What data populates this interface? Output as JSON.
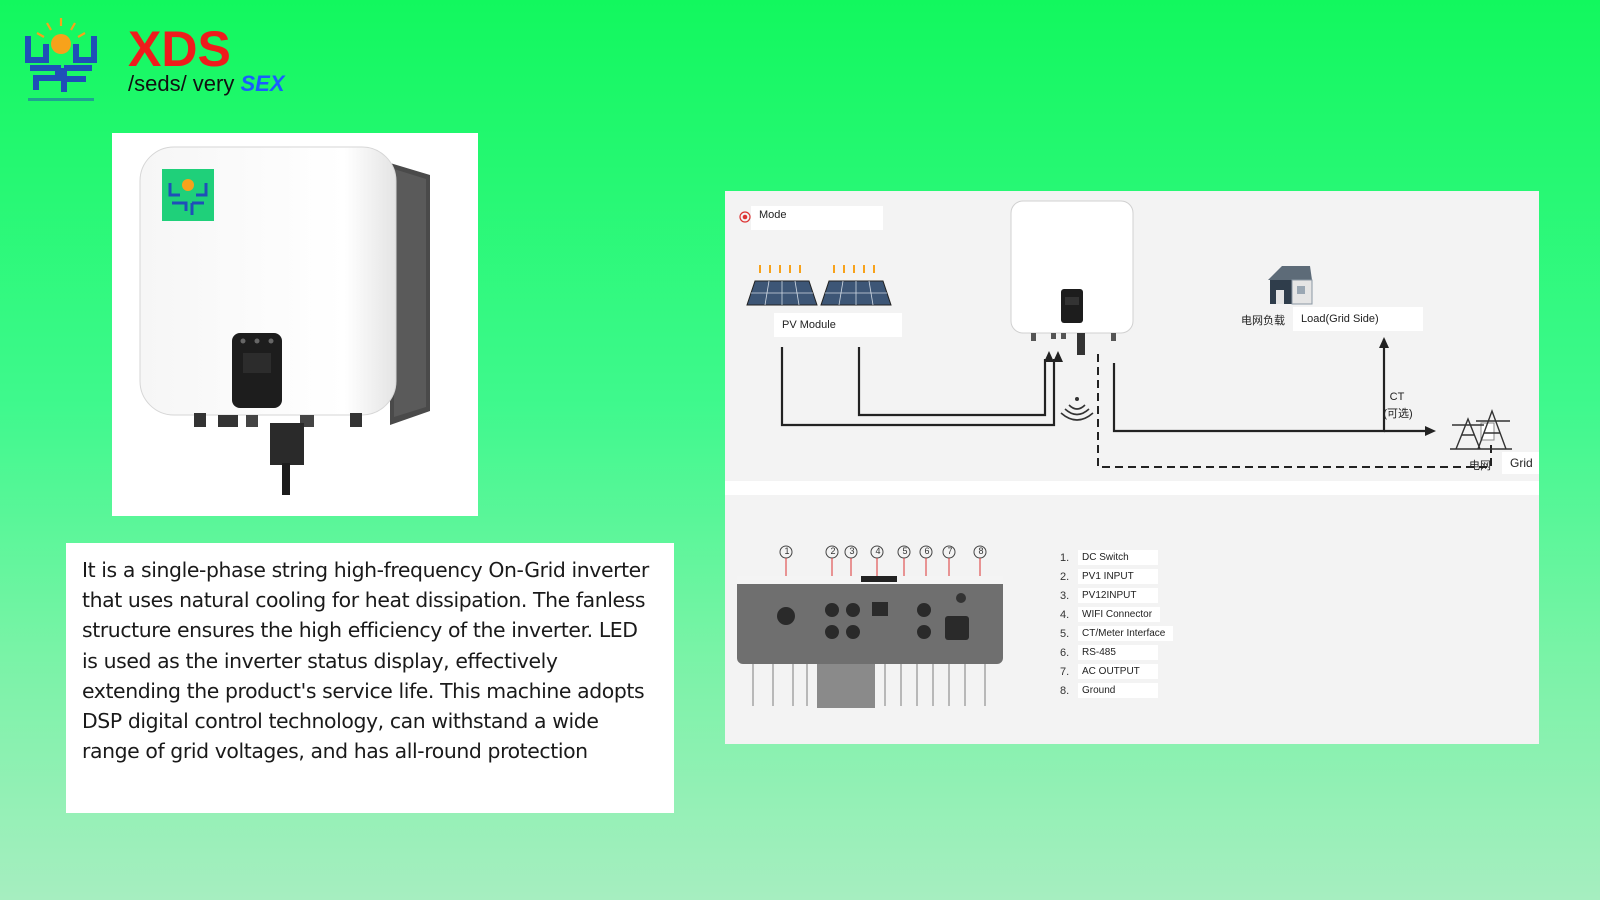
{
  "header": {
    "brand": "XDS",
    "tagline_prefix": "/seds/ very ",
    "tagline_highlight": "SEX"
  },
  "description": "It is a single-phase string high-frequency On-Grid inverter that uses natural cooling for heat dissipation. The fanless structure ensures the high efficiency of the inverter. LED is used as the inverter status display, effectively extending the product's service life. This machine adopts DSP digital control technology, can withstand a wide range of grid voltages, and has all-round protection",
  "diagram": {
    "mode_label": "Mode",
    "pv_label": "PV Module",
    "load_cn": "电网负载",
    "load_en": "Load(Grid Side)",
    "ct_label": "CT",
    "ct_optional": "(可选)",
    "grid_cn": "电网",
    "grid_en": "Grid"
  },
  "ports": {
    "numbers": [
      "1",
      "2",
      "3",
      "4",
      "5",
      "6",
      "7",
      "8"
    ],
    "items": [
      {
        "num": "1.",
        "label": "DC Switch"
      },
      {
        "num": "2.",
        "label": "PV1 INPUT"
      },
      {
        "num": "3.",
        "label": "PV12INPUT"
      },
      {
        "num": "4.",
        "label": "WIFI Connector"
      },
      {
        "num": "5.",
        "label": "CT/Meter Interface"
      },
      {
        "num": "6.",
        "label": "RS-485"
      },
      {
        "num": "7.",
        "label": "AC OUTPUT"
      },
      {
        "num": "8.",
        "label": "Ground"
      }
    ]
  },
  "colors": {
    "brand_red": "#ef1c1c",
    "highlight_blue": "#1a5cff",
    "logo_blue": "#1f4fb8",
    "sun_orange": "#f7a21b",
    "background_green": "#12f85e"
  }
}
